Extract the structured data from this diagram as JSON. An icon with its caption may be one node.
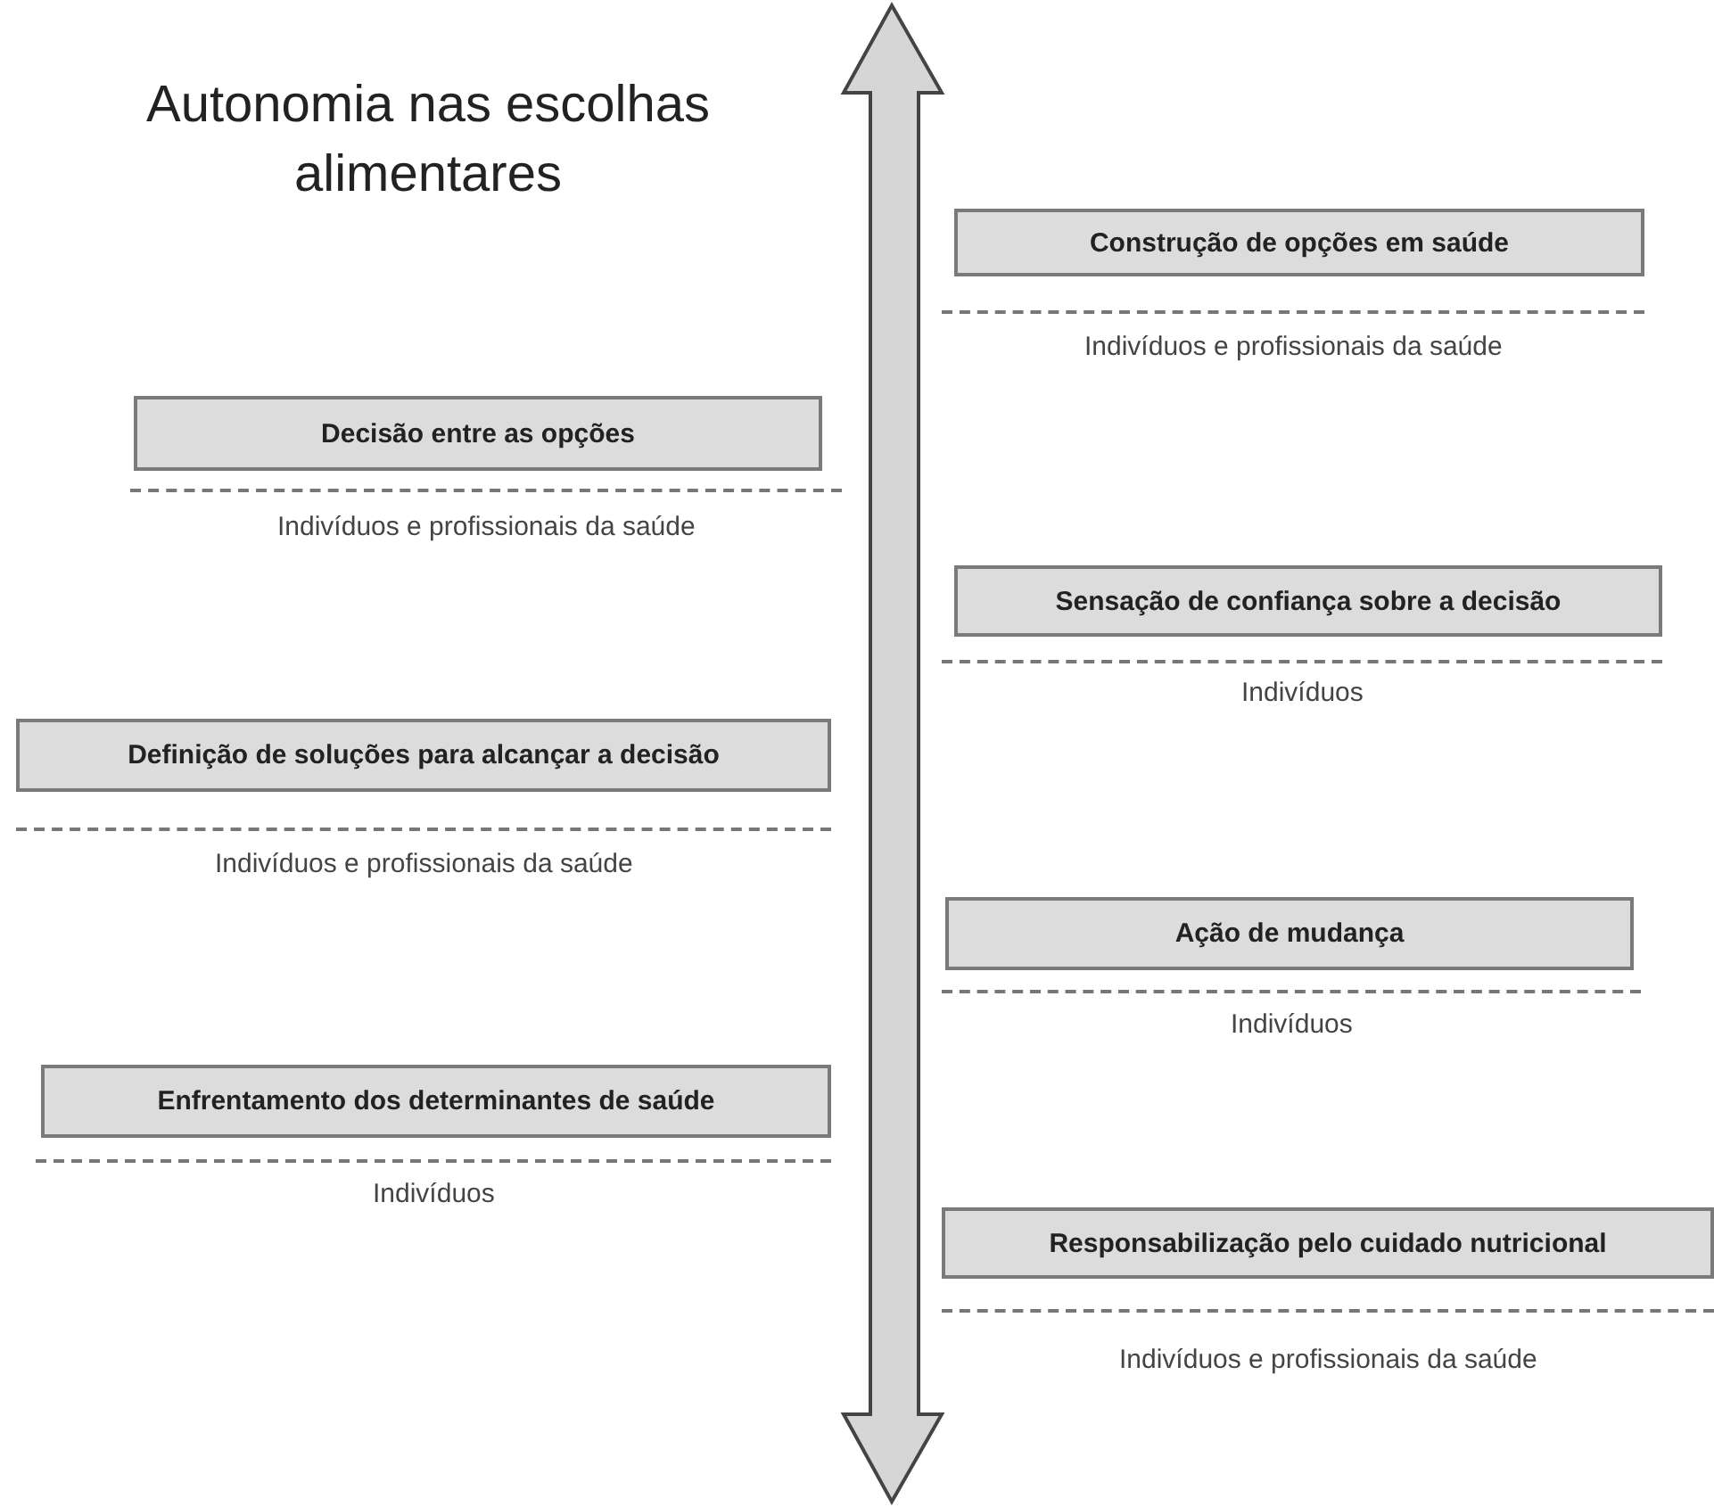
{
  "diagram": {
    "title": "Autonomia nas escolhas alimentares",
    "nodes": [
      {
        "text": [
          "Construção de opções em saúde"
        ],
        "beside": [
          "Indivíduos e profissionais da saúde"
        ]
      },
      {
        "text": [
          "Decisão entre as opções"
        ],
        "beside": [
          "Indivíduos e profissionais da saúde"
        ]
      },
      {
        "text": [
          "Sensação de confiança sobre a decisão"
        ],
        "beside": [
          "Indivíduos"
        ]
      },
      {
        "text": [
          "Definição de soluções para alcançar a decisão"
        ],
        "beside": [
          "Indivíduos e profissionais da saúde"
        ]
      },
      {
        "text": [
          "Ação de mudança"
        ],
        "beside": [
          "Indivíduos"
        ]
      },
      {
        "text": [
          "Enfrentamento dos determinantes de saúde"
        ],
        "beside": [
          "Indivíduos"
        ]
      },
      {
        "text": [
          "Responsabilização pelo cuidado nutricional"
        ],
        "beside": [
          "Indivíduos e profissionais da saúde"
        ]
      }
    ]
  }
}
